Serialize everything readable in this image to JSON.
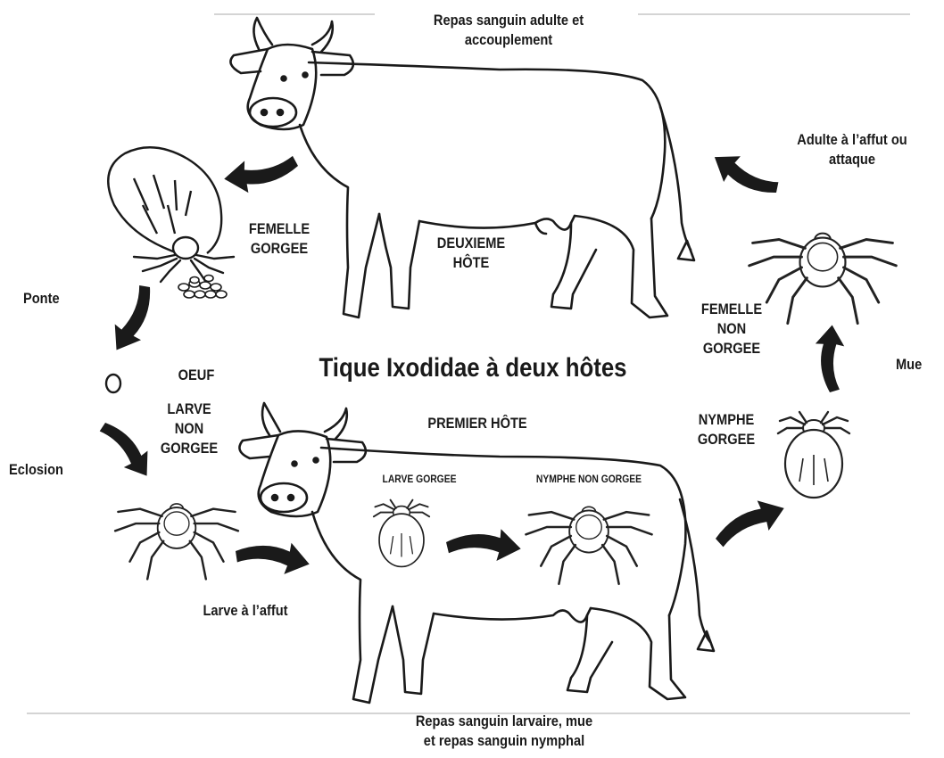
{
  "diagram": {
    "title": "Tique Ixodidae à deux hôtes",
    "labels": {
      "adult_meal": "Repas sanguin adulte et\naccouplement",
      "second_host": "DEUXIEME\nHÔTE",
      "engorged_female": "FEMELLE\nGORGEE",
      "laying": "Ponte",
      "egg": "OEUF",
      "unfed_larva": "LARVE\nNON\nGORGEE",
      "hatching": "Eclosion",
      "questing_larva": "Larve à l’affut",
      "first_host": "PREMIER HÔTE",
      "engorged_larva": "LARVE GORGEE",
      "unfed_nymph": "NYMPHE NON GORGEE",
      "larval_meal": "Repas sanguin larvaire, mue\net repas sanguin nymphal",
      "engorged_nymph": "NYMPHE\nGORGEE",
      "molt": "Mue",
      "unfed_female": "FEMELLE\nNON\nGORGEE",
      "questing_adult": "Adulte à l’affut ou\nattaque"
    }
  }
}
